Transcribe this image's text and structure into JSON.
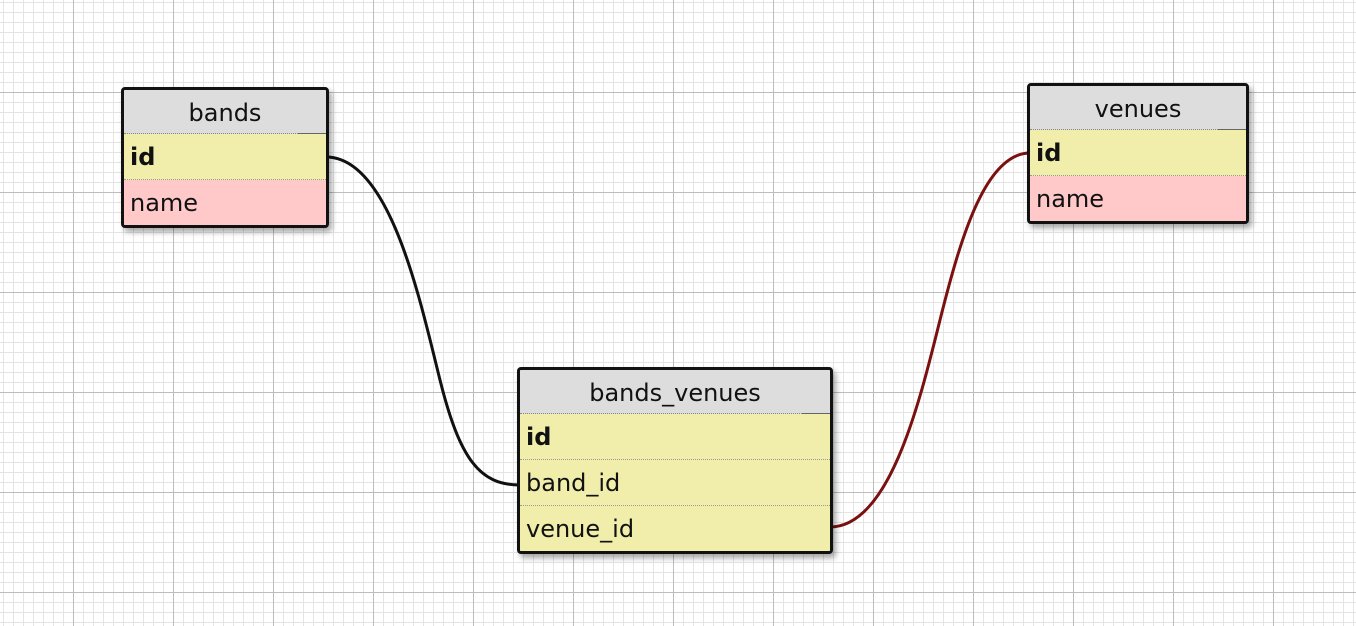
{
  "tables": {
    "bands": {
      "name": "bands",
      "columns": [
        {
          "name": "id",
          "primary_key": true
        },
        {
          "name": "name",
          "primary_key": false
        }
      ]
    },
    "venues": {
      "name": "venues",
      "columns": [
        {
          "name": "id",
          "primary_key": true
        },
        {
          "name": "name",
          "primary_key": false
        }
      ]
    },
    "bands_venues": {
      "name": "bands_venues",
      "columns": [
        {
          "name": "id",
          "primary_key": true
        },
        {
          "name": "band_id",
          "primary_key": false
        },
        {
          "name": "venue_id",
          "primary_key": false
        }
      ]
    }
  },
  "relations": [
    {
      "from": "bands.id",
      "to": "bands_venues.band_id",
      "color": "#111111"
    },
    {
      "from": "venues.id",
      "to": "bands_venues.venue_id",
      "color": "#7a1010"
    }
  ],
  "colors": {
    "header": "#dddddd",
    "key_row": "#f0eeaa",
    "value_row": "#ffc9c9"
  }
}
